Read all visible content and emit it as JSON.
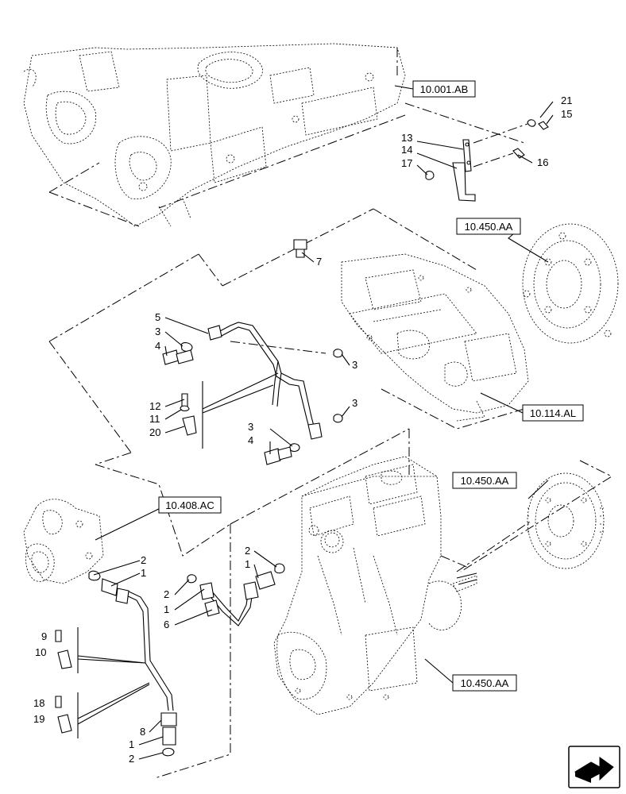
{
  "reference_labels": {
    "r_001_ab": "10.001.AB",
    "r_450_aa_top": "10.450.AA",
    "r_114_al": "10.114.AL",
    "r_450_aa_mid": "10.450.AA",
    "r_408_ac": "10.408.AC",
    "r_450_aa_bottom": "10.450.AA"
  },
  "callouts": {
    "c21": "21",
    "c15": "15",
    "c13": "13",
    "c14": "14",
    "c17": "17",
    "c16": "16",
    "c7": "7",
    "c5": "5",
    "c3a": "3",
    "c4a": "4",
    "c3b": "3",
    "c3c": "3",
    "c12": "12",
    "c11": "11",
    "c20": "20",
    "c3d": "3",
    "c4b": "4",
    "c2a": "2",
    "c1a": "1",
    "c2b": "2",
    "c1b": "1",
    "c6": "6",
    "c2c": "2",
    "c1c": "1",
    "c9": "9",
    "c10": "10",
    "c18": "18",
    "c19": "19",
    "c8": "8",
    "c1d": "1",
    "c2d": "2"
  },
  "icons": {
    "nav": "next-page-arrow-icon"
  }
}
